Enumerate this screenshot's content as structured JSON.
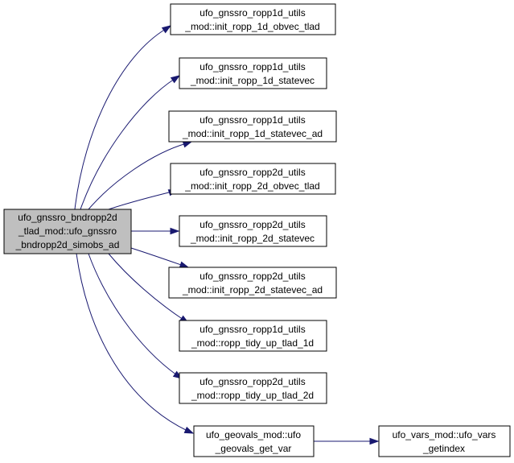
{
  "diagram": {
    "edge_color": "#191970",
    "root": {
      "id": "root",
      "lines": [
        "ufo_gnssro_bndropp2d",
        "_tlad_mod::ufo_gnssro",
        "_bndropp2d_simobs_ad"
      ],
      "fill": "#bfbfbf"
    },
    "callees": [
      {
        "id": "n1",
        "lines": [
          "ufo_gnssro_ropp1d_utils",
          "_mod::init_ropp_1d_obvec_tlad"
        ]
      },
      {
        "id": "n2",
        "lines": [
          "ufo_gnssro_ropp1d_utils",
          "_mod::init_ropp_1d_statevec"
        ]
      },
      {
        "id": "n3",
        "lines": [
          "ufo_gnssro_ropp1d_utils",
          "_mod::init_ropp_1d_statevec_ad"
        ]
      },
      {
        "id": "n4",
        "lines": [
          "ufo_gnssro_ropp2d_utils",
          "_mod::init_ropp_2d_obvec_tlad"
        ]
      },
      {
        "id": "n5",
        "lines": [
          "ufo_gnssro_ropp2d_utils",
          "_mod::init_ropp_2d_statevec"
        ]
      },
      {
        "id": "n6",
        "lines": [
          "ufo_gnssro_ropp2d_utils",
          "_mod::init_ropp_2d_statevec_ad"
        ]
      },
      {
        "id": "n7",
        "lines": [
          "ufo_gnssro_ropp1d_utils",
          "_mod::ropp_tidy_up_tlad_1d"
        ]
      },
      {
        "id": "n8",
        "lines": [
          "ufo_gnssro_ropp2d_utils",
          "_mod::ropp_tidy_up_tlad_2d"
        ]
      },
      {
        "id": "n9",
        "lines": [
          "ufo_geovals_mod::ufo",
          "_geovals_get_var"
        ]
      }
    ],
    "secondary": [
      {
        "id": "n10",
        "lines": [
          "ufo_vars_mod::ufo_vars",
          "_getindex"
        ]
      }
    ],
    "edges": [
      {
        "from": "root",
        "to": "n1"
      },
      {
        "from": "root",
        "to": "n2"
      },
      {
        "from": "root",
        "to": "n3"
      },
      {
        "from": "root",
        "to": "n4"
      },
      {
        "from": "root",
        "to": "n5"
      },
      {
        "from": "root",
        "to": "n6"
      },
      {
        "from": "root",
        "to": "n7"
      },
      {
        "from": "root",
        "to": "n8"
      },
      {
        "from": "root",
        "to": "n9"
      },
      {
        "from": "n9",
        "to": "n10"
      }
    ]
  }
}
